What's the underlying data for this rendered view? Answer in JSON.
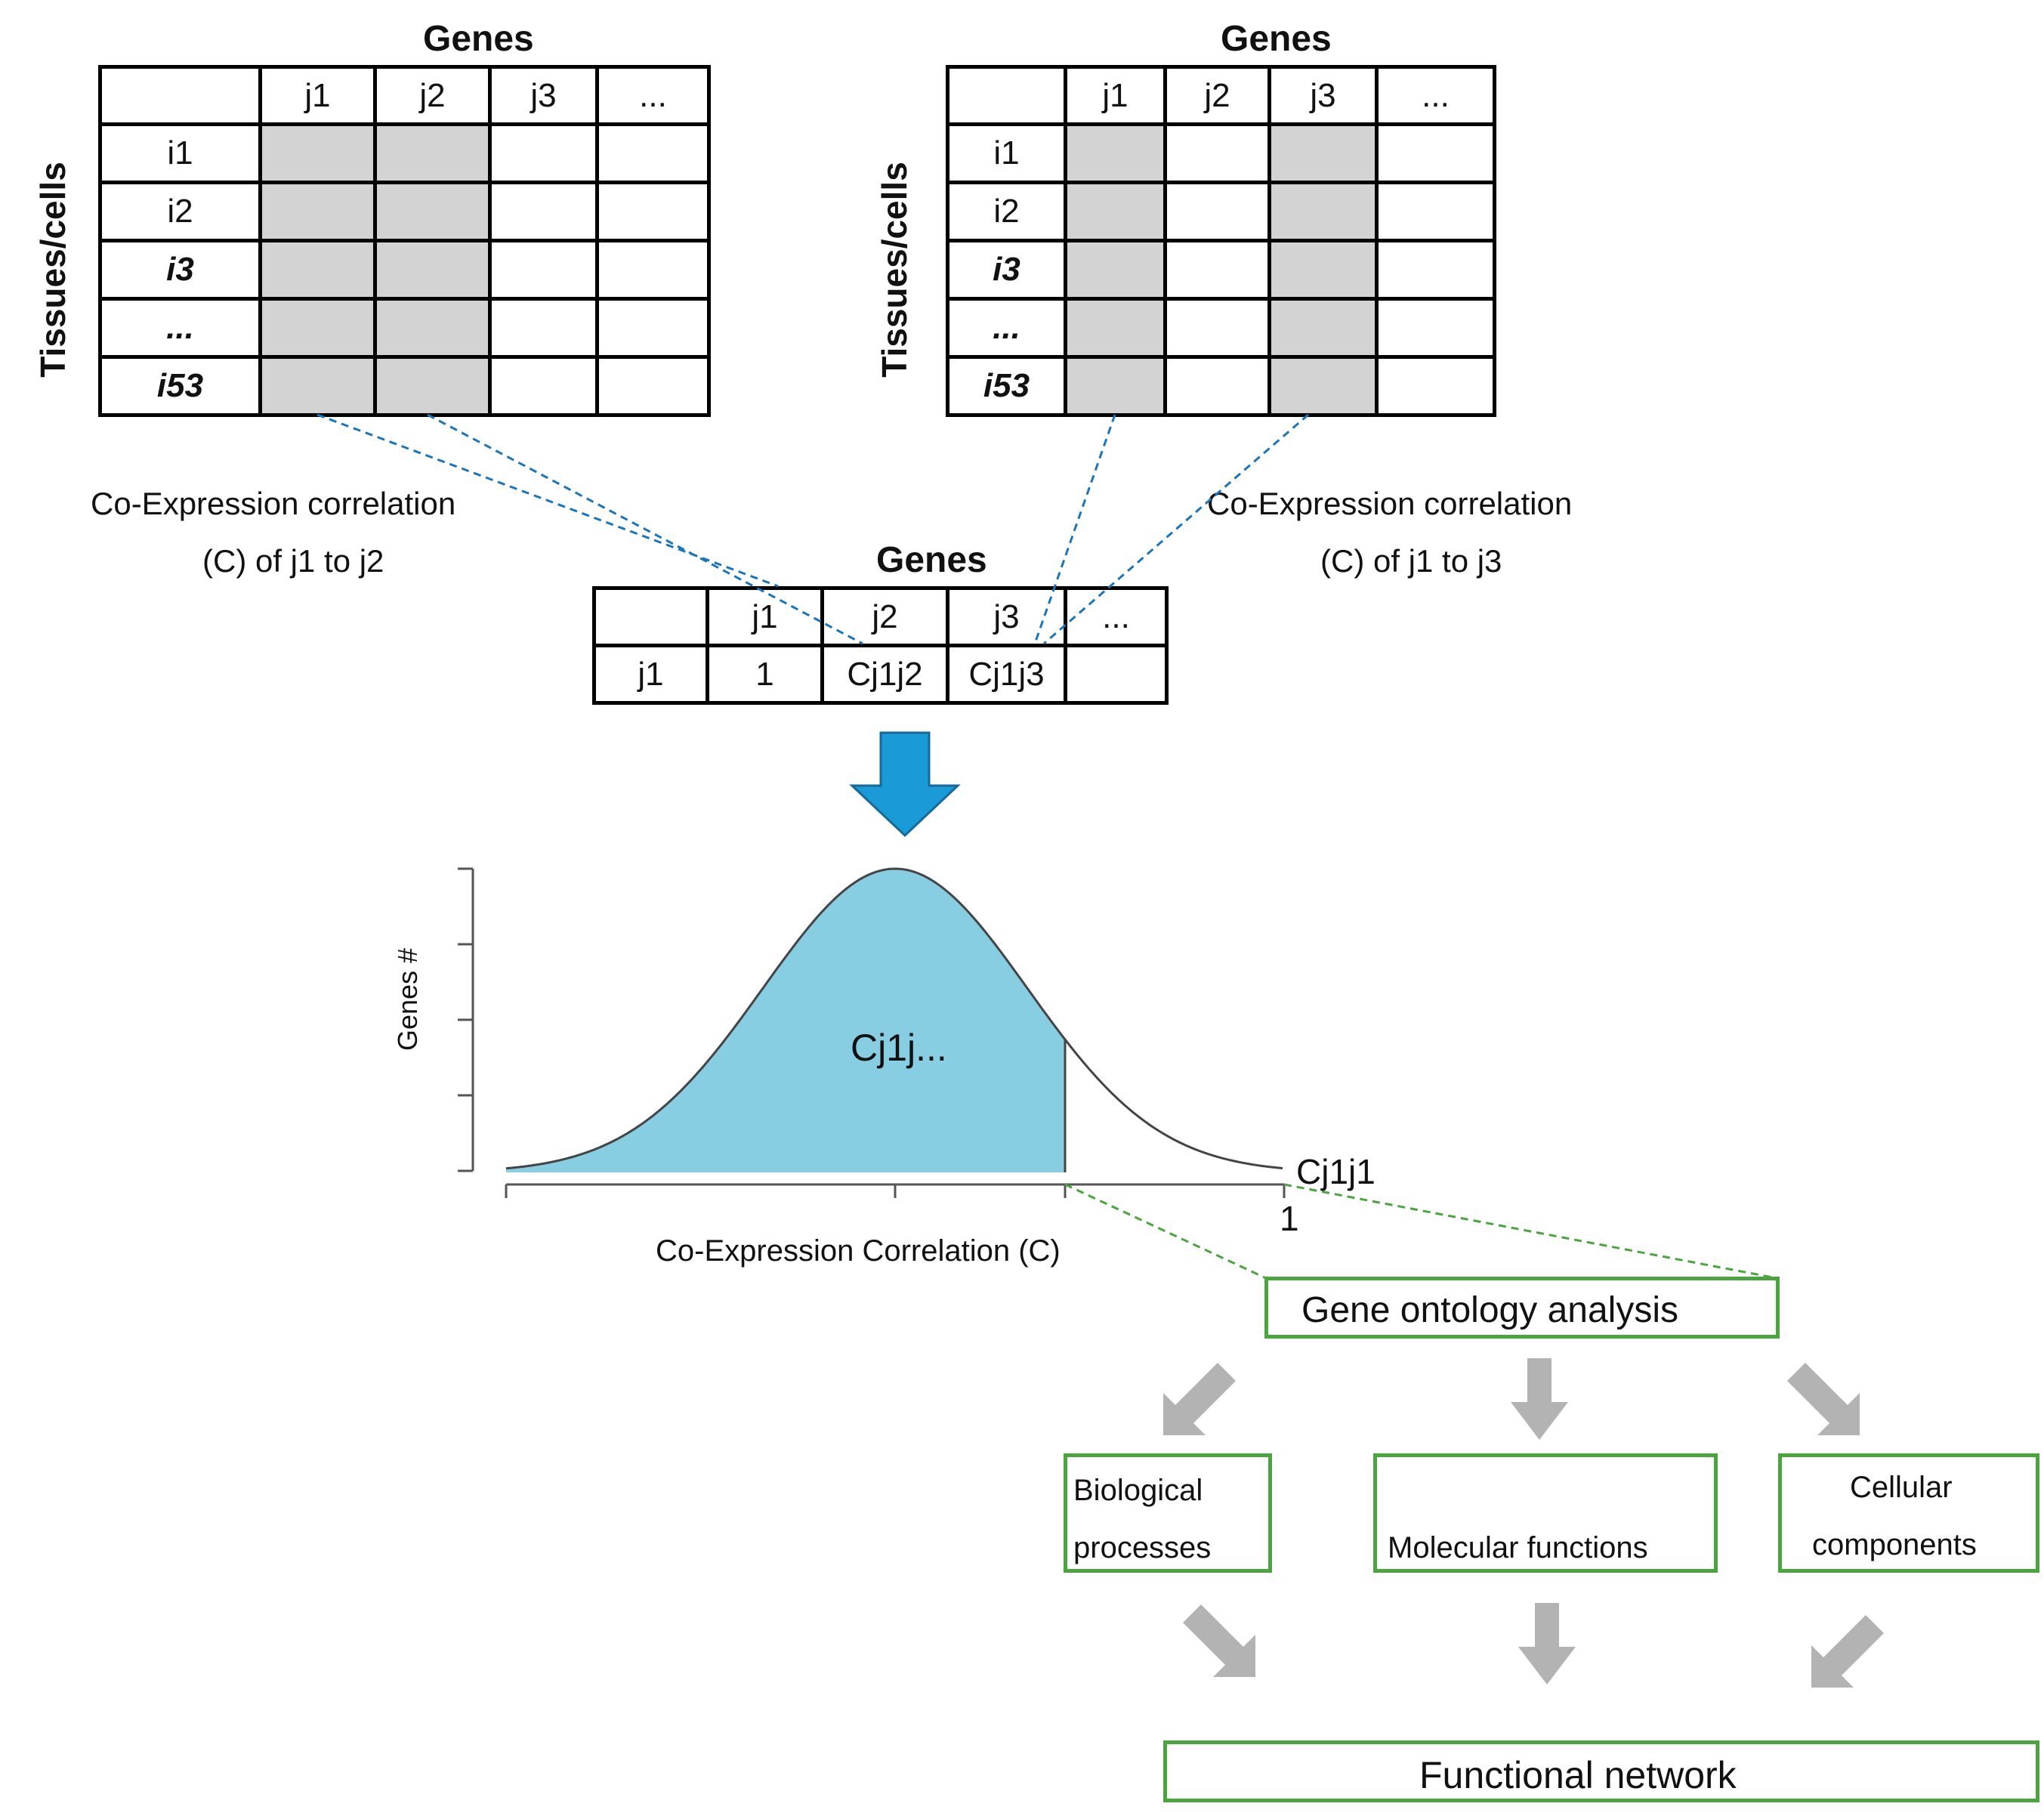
{
  "table1": {
    "title": "Genes",
    "axis_label": "Tissues/cells",
    "col_headers": [
      "",
      "j1",
      "j2",
      "j3",
      "..."
    ],
    "row_headers": [
      "i1",
      "i2",
      "i3",
      "...",
      "i53"
    ]
  },
  "table2": {
    "title": "Genes",
    "axis_label": "Tissues/cells",
    "col_headers": [
      "",
      "j1",
      "j2",
      "j3",
      "..."
    ],
    "row_headers": [
      "i1",
      "i2",
      "i3",
      "...",
      "i53"
    ]
  },
  "annotation_left": {
    "line1": "Co-Expression correlation",
    "line2": "(C) of j1 to j2"
  },
  "annotation_right": {
    "line1": "Co-Expression correlation",
    "line2": "(C) of j1 to j3"
  },
  "corr_table": {
    "title": "Genes",
    "col_headers": [
      "",
      "j1",
      "j2",
      "j3",
      "..."
    ],
    "row": [
      "j1",
      "1",
      "Cj1j2",
      "Cj1j3",
      ""
    ]
  },
  "distribution": {
    "ylabel": "Genes #",
    "xlabel": "Co-Expression Correlation (C)",
    "area_label": "Cj1j...",
    "end_label": "Cj1j1",
    "tick_label": "1"
  },
  "go": {
    "analysis": "Gene ontology analysis",
    "biological_line1": "Biological",
    "biological_line2": "processes",
    "molecular": "Molecular functions",
    "cellular_line1": "Cellular",
    "cellular_line2": "components",
    "network": "Functional network"
  },
  "colors": {
    "shade": "#d3d3d3",
    "dash_blue": "#1b75bb",
    "arrow_blue": "#1a9bd7",
    "curve_fill": "#87cee3",
    "green": "#4aa53e",
    "gray_arrow": "#b3b3b3"
  },
  "icons": [
    "down-arrow-icon",
    "gray-arrow-icon"
  ]
}
